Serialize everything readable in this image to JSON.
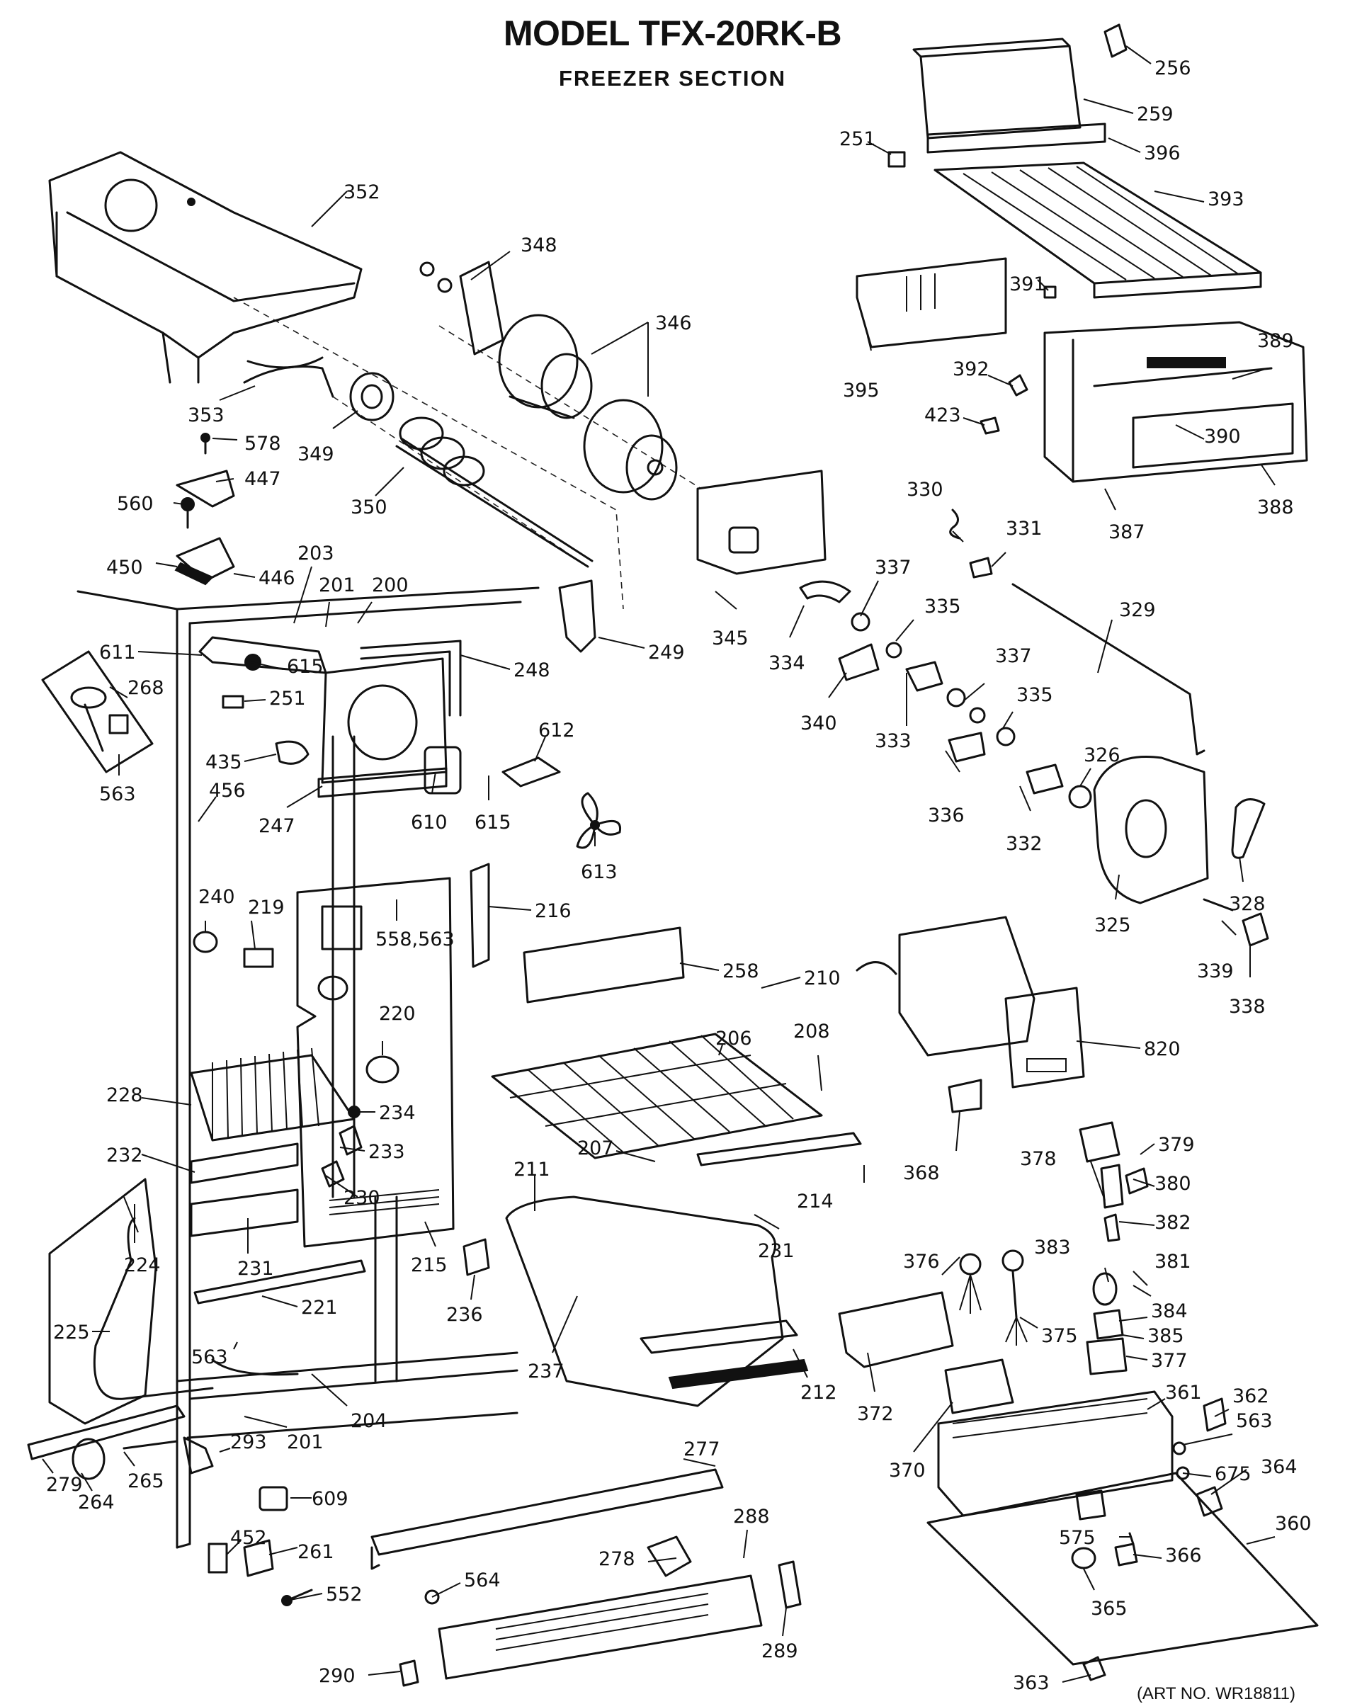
{
  "title": "MODEL TFX-20RK-B",
  "subtitle": "FREEZER SECTION",
  "art_number": "(ART NO. WR18811)",
  "callouts": [
    {
      "id": "c256",
      "label": "256"
    },
    {
      "id": "c259",
      "label": "259"
    },
    {
      "id": "c251a",
      "label": "251"
    },
    {
      "id": "c396",
      "label": "396"
    },
    {
      "id": "c393",
      "label": "393"
    },
    {
      "id": "c391",
      "label": "391"
    },
    {
      "id": "c395",
      "label": "395"
    },
    {
      "id": "c389",
      "label": "389"
    },
    {
      "id": "c392",
      "label": "392"
    },
    {
      "id": "c423",
      "label": "423"
    },
    {
      "id": "c390",
      "label": "390"
    },
    {
      "id": "c388",
      "label": "388"
    },
    {
      "id": "c387",
      "label": "387"
    },
    {
      "id": "c352",
      "label": "352"
    },
    {
      "id": "c348",
      "label": "348"
    },
    {
      "id": "c346",
      "label": "346"
    },
    {
      "id": "c353",
      "label": "353"
    },
    {
      "id": "c349",
      "label": "349"
    },
    {
      "id": "c578",
      "label": "578"
    },
    {
      "id": "c447",
      "label": "447"
    },
    {
      "id": "c560",
      "label": "560"
    },
    {
      "id": "c350",
      "label": "350"
    },
    {
      "id": "c450",
      "label": "450"
    },
    {
      "id": "c446",
      "label": "446"
    },
    {
      "id": "c203",
      "label": "203"
    },
    {
      "id": "c201a",
      "label": "201"
    },
    {
      "id": "c200",
      "label": "200"
    },
    {
      "id": "c249",
      "label": "249"
    },
    {
      "id": "c345",
      "label": "345"
    },
    {
      "id": "c330",
      "label": "330"
    },
    {
      "id": "c331",
      "label": "331"
    },
    {
      "id": "c337a",
      "label": "337"
    },
    {
      "id": "c335a",
      "label": "335"
    },
    {
      "id": "c329",
      "label": "329"
    },
    {
      "id": "c334",
      "label": "334"
    },
    {
      "id": "c340",
      "label": "340"
    },
    {
      "id": "c333",
      "label": "333"
    },
    {
      "id": "c337b",
      "label": "337"
    },
    {
      "id": "c335b",
      "label": "335"
    },
    {
      "id": "c611",
      "label": "611"
    },
    {
      "id": "c615a",
      "label": "615"
    },
    {
      "id": "c248",
      "label": "248"
    },
    {
      "id": "c268",
      "label": "268"
    },
    {
      "id": "c251b",
      "label": "251"
    },
    {
      "id": "c612",
      "label": "612"
    },
    {
      "id": "c435",
      "label": "435"
    },
    {
      "id": "c456",
      "label": "456"
    },
    {
      "id": "c563a",
      "label": "563"
    },
    {
      "id": "c247",
      "label": "247"
    },
    {
      "id": "c610",
      "label": "610"
    },
    {
      "id": "c615b",
      "label": "615"
    },
    {
      "id": "c613",
      "label": "613"
    },
    {
      "id": "c336",
      "label": "336"
    },
    {
      "id": "c332",
      "label": "332"
    },
    {
      "id": "c326",
      "label": "326"
    },
    {
      "id": "c325",
      "label": "325"
    },
    {
      "id": "c328",
      "label": "328"
    },
    {
      "id": "c339",
      "label": "339"
    },
    {
      "id": "c338",
      "label": "338"
    },
    {
      "id": "c240",
      "label": "240"
    },
    {
      "id": "c219",
      "label": "219"
    },
    {
      "id": "c558",
      "label": "558,563"
    },
    {
      "id": "c216",
      "label": "216"
    },
    {
      "id": "c258",
      "label": "258"
    },
    {
      "id": "c210",
      "label": "210"
    },
    {
      "id": "c220",
      "label": "220"
    },
    {
      "id": "c206",
      "label": "206"
    },
    {
      "id": "c208",
      "label": "208"
    },
    {
      "id": "c820",
      "label": "820"
    },
    {
      "id": "c228",
      "label": "228"
    },
    {
      "id": "c234",
      "label": "234"
    },
    {
      "id": "c233",
      "label": "233"
    },
    {
      "id": "c368",
      "label": "368"
    },
    {
      "id": "c232",
      "label": "232"
    },
    {
      "id": "c207",
      "label": "207"
    },
    {
      "id": "c378",
      "label": "378"
    },
    {
      "id": "c379",
      "label": "379"
    },
    {
      "id": "c230",
      "label": "230"
    },
    {
      "id": "c211",
      "label": "211"
    },
    {
      "id": "c214",
      "label": "214"
    },
    {
      "id": "c380",
      "label": "380"
    },
    {
      "id": "c382",
      "label": "382"
    },
    {
      "id": "c224",
      "label": "224"
    },
    {
      "id": "c231a",
      "label": "231"
    },
    {
      "id": "c215",
      "label": "215"
    },
    {
      "id": "c231b",
      "label": "231"
    },
    {
      "id": "c376",
      "label": "376"
    },
    {
      "id": "c383",
      "label": "383"
    },
    {
      "id": "c381",
      "label": "381"
    },
    {
      "id": "c236",
      "label": "236"
    },
    {
      "id": "c221",
      "label": "221"
    },
    {
      "id": "c375",
      "label": "375"
    },
    {
      "id": "c384",
      "label": "384"
    },
    {
      "id": "c385",
      "label": "385"
    },
    {
      "id": "c225",
      "label": "225"
    },
    {
      "id": "c563b",
      "label": "563"
    },
    {
      "id": "c237",
      "label": "237"
    },
    {
      "id": "c212",
      "label": "212"
    },
    {
      "id": "c377",
      "label": "377"
    },
    {
      "id": "c372",
      "label": "372"
    },
    {
      "id": "c361",
      "label": "361"
    },
    {
      "id": "c362",
      "label": "362"
    },
    {
      "id": "c563c",
      "label": "563"
    },
    {
      "id": "c204",
      "label": "204"
    },
    {
      "id": "c201b",
      "label": "201"
    },
    {
      "id": "c277",
      "label": "277"
    },
    {
      "id": "c370",
      "label": "370"
    },
    {
      "id": "c293",
      "label": "293"
    },
    {
      "id": "c675",
      "label": "675"
    },
    {
      "id": "c364",
      "label": "364"
    },
    {
      "id": "c279",
      "label": "279"
    },
    {
      "id": "c265",
      "label": "265"
    },
    {
      "id": "c609",
      "label": "609"
    },
    {
      "id": "c264",
      "label": "264"
    },
    {
      "id": "c288",
      "label": "288"
    },
    {
      "id": "c360",
      "label": "360"
    },
    {
      "id": "c452",
      "label": "452"
    },
    {
      "id": "c261",
      "label": "261"
    },
    {
      "id": "c575",
      "label": "575"
    },
    {
      "id": "c278",
      "label": "278"
    },
    {
      "id": "c366",
      "label": "366"
    },
    {
      "id": "c564",
      "label": "564"
    },
    {
      "id": "c552",
      "label": "552"
    },
    {
      "id": "c365",
      "label": "365"
    },
    {
      "id": "c289",
      "label": "289"
    },
    {
      "id": "c290",
      "label": "290"
    },
    {
      "id": "c363",
      "label": "363"
    }
  ]
}
